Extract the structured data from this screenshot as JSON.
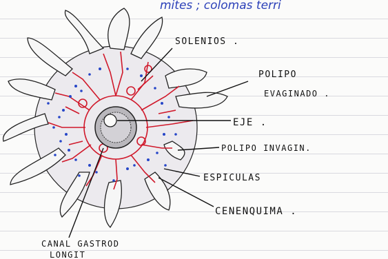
{
  "header_note": "mites ; colomas terri",
  "labels": {
    "solenios": "SOLENIOS .",
    "polipo_evaginado_1": "POLIPO",
    "polipo_evaginado_2": "EVAGINADO .",
    "eje": "EJE .",
    "polipo_invaginado": "POLIPO INVAGIN.",
    "espiculas": "ESPICULAS",
    "cenenquima": "CENENQUIMA .",
    "canal_1": "CANAL GASTROD",
    "canal_2": "LONGIT"
  },
  "colors": {
    "ink": "#1a1a1a",
    "canal_red": "#d0182a",
    "spicule_blue": "#2646c8",
    "header_blue": "#2a3fb8",
    "page": "#fbfbfa",
    "rule_line": "#d9d9df"
  }
}
